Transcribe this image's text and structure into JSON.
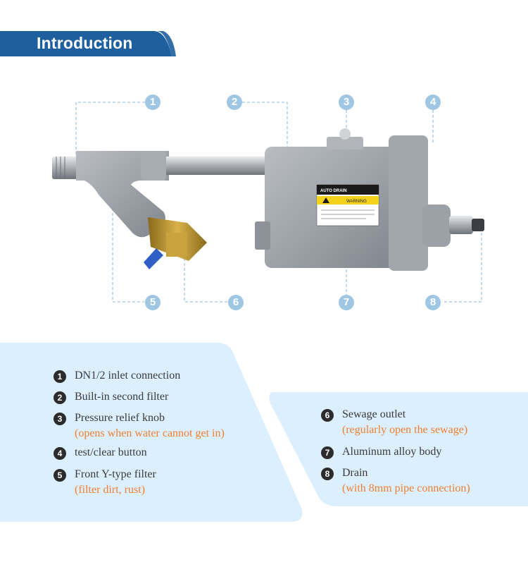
{
  "header": {
    "title": "Introduction",
    "accent": "#1e5fa0"
  },
  "callouts": [
    "1",
    "2",
    "3",
    "4",
    "5",
    "6",
    "7",
    "8"
  ],
  "product_label": {
    "brand": "AUTO DRAIN",
    "warning": "WARNING"
  },
  "left_list": [
    {
      "num": "1",
      "text": "DN1/2 inlet connection",
      "sub": ""
    },
    {
      "num": "2",
      "text": "Built-in second filter",
      "sub": ""
    },
    {
      "num": "3",
      "text": "Pressure relief knob",
      "sub": "(opens when water cannot get in)"
    },
    {
      "num": "4",
      "text": "test/clear button",
      "sub": ""
    },
    {
      "num": "5",
      "text": "Front Y-type filter",
      "sub": "(filter dirt, rust)"
    }
  ],
  "right_list": [
    {
      "num": "6",
      "text": "Sewage outlet",
      "sub": "(regularly open the sewage)"
    },
    {
      "num": "7",
      "text": "Aluminum alloy body",
      "sub": ""
    },
    {
      "num": "8",
      "text": "Drain",
      "sub": "(with 8mm pipe connection)"
    }
  ],
  "colors": {
    "panel": "#dcefff",
    "callout": "#9fc6e2",
    "sub_text": "#f08030",
    "badge": "#2c2c2c"
  }
}
